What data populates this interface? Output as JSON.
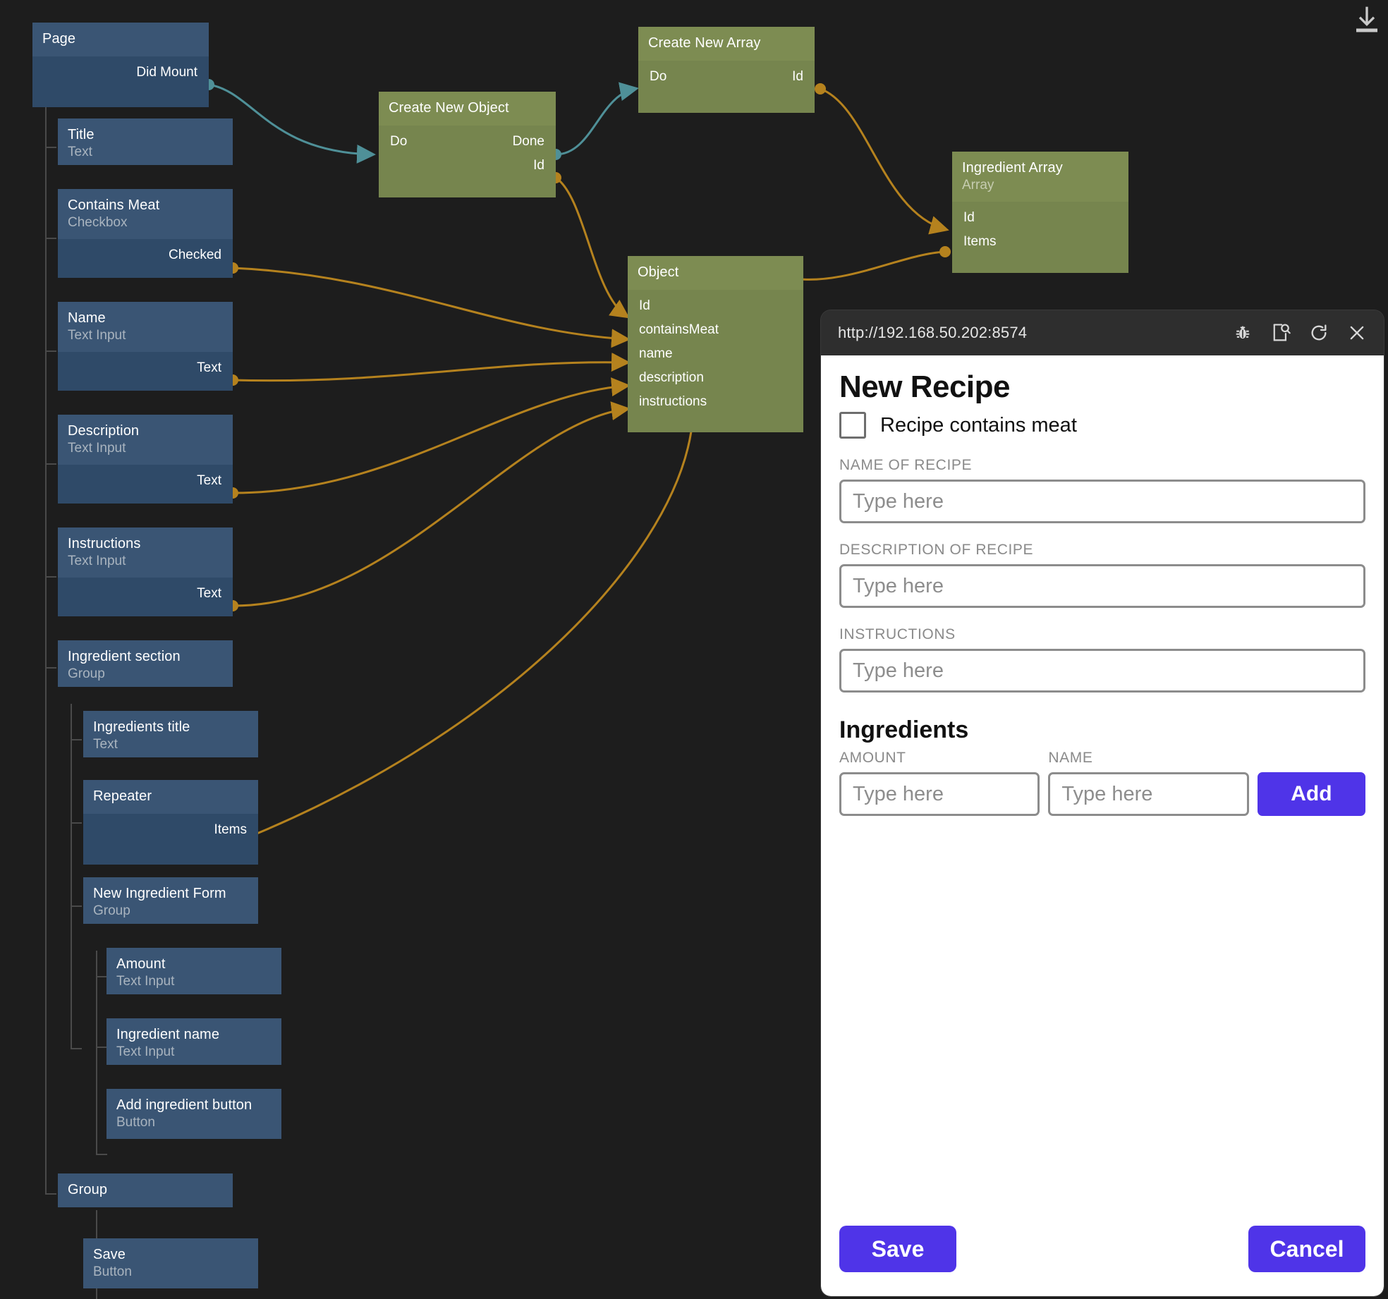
{
  "app": {
    "background_color": "#1d1d1d",
    "node_blue_header": "#3a5574",
    "node_blue_body": "#2f4a68",
    "node_green_header": "#7d8c52",
    "node_green_body": "#76854e",
    "wire_data_color": "#b5821e",
    "wire_flow_color": "#4f9098",
    "accent_color": "#4f34e8",
    "download_icon": "download-icon"
  },
  "tree_nodes": [
    {
      "title": "Page",
      "subtitle": "",
      "ports": [
        {
          "label": "Did Mount",
          "side": "out",
          "kind": "flow"
        }
      ]
    },
    {
      "title": "Title",
      "subtitle": "Text",
      "ports": []
    },
    {
      "title": "Contains Meat",
      "subtitle": "Checkbox",
      "ports": [
        {
          "label": "Checked",
          "side": "out",
          "kind": "data"
        }
      ]
    },
    {
      "title": "Name",
      "subtitle": "Text Input",
      "ports": [
        {
          "label": "Text",
          "side": "out",
          "kind": "data"
        }
      ]
    },
    {
      "title": "Description",
      "subtitle": "Text Input",
      "ports": [
        {
          "label": "Text",
          "side": "out",
          "kind": "data"
        }
      ]
    },
    {
      "title": "Instructions",
      "subtitle": "Text Input",
      "ports": [
        {
          "label": "Text",
          "side": "out",
          "kind": "data"
        }
      ]
    },
    {
      "title": "Ingredient section",
      "subtitle": "Group",
      "ports": []
    },
    {
      "title": "Ingredients title",
      "subtitle": "Text",
      "ports": []
    },
    {
      "title": "Repeater",
      "subtitle": "",
      "ports": [
        {
          "label": "Items",
          "side": "out",
          "kind": "data"
        }
      ]
    },
    {
      "title": "New Ingredient Form",
      "subtitle": "Group",
      "ports": []
    },
    {
      "title": "Amount",
      "subtitle": "Text Input",
      "ports": []
    },
    {
      "title": "Ingredient name",
      "subtitle": "Text Input",
      "ports": []
    },
    {
      "title": "Add ingredient button",
      "subtitle": "Button",
      "ports": []
    },
    {
      "title": "Group",
      "subtitle": "",
      "ports": []
    },
    {
      "title": "Save",
      "subtitle": "Button",
      "ports": []
    }
  ],
  "logic_nodes": [
    {
      "title": "Create New Object",
      "subtitle": "",
      "in_ports": [
        "Do"
      ],
      "out_ports": [
        "Done",
        "Id"
      ]
    },
    {
      "title": "Create New Array",
      "subtitle": "",
      "in_ports": [
        "Do"
      ],
      "out_ports": [
        "Id"
      ]
    },
    {
      "title": "Ingredient Array",
      "subtitle": "Array",
      "in_ports": [
        "Id",
        "Items"
      ],
      "out_ports": []
    },
    {
      "title": "Object",
      "subtitle": "",
      "in_ports": [
        "Id",
        "containsMeat",
        "name",
        "description",
        "instructions"
      ],
      "out_ports": []
    }
  ],
  "browser": {
    "url": "http://192.168.50.202:8574",
    "icons": [
      "bug-icon",
      "inspect-page-icon",
      "reload-icon",
      "close-icon"
    ]
  },
  "preview": {
    "title": "New Recipe",
    "checkbox_label": "Recipe contains meat",
    "checkbox_checked": false,
    "fields": [
      {
        "label": "NAME OF RECIPE",
        "placeholder": "Type here",
        "value": ""
      },
      {
        "label": "DESCRIPTION OF RECIPE",
        "placeholder": "Type here",
        "value": ""
      },
      {
        "label": "INSTRUCTIONS",
        "placeholder": "Type here",
        "value": ""
      }
    ],
    "ingredients_heading": "Ingredients",
    "amount_label": "AMOUNT",
    "amount_placeholder": "Type here",
    "name_label": "NAME",
    "name_placeholder": "Type here",
    "add_label": "Add",
    "save_label": "Save",
    "cancel_label": "Cancel"
  }
}
